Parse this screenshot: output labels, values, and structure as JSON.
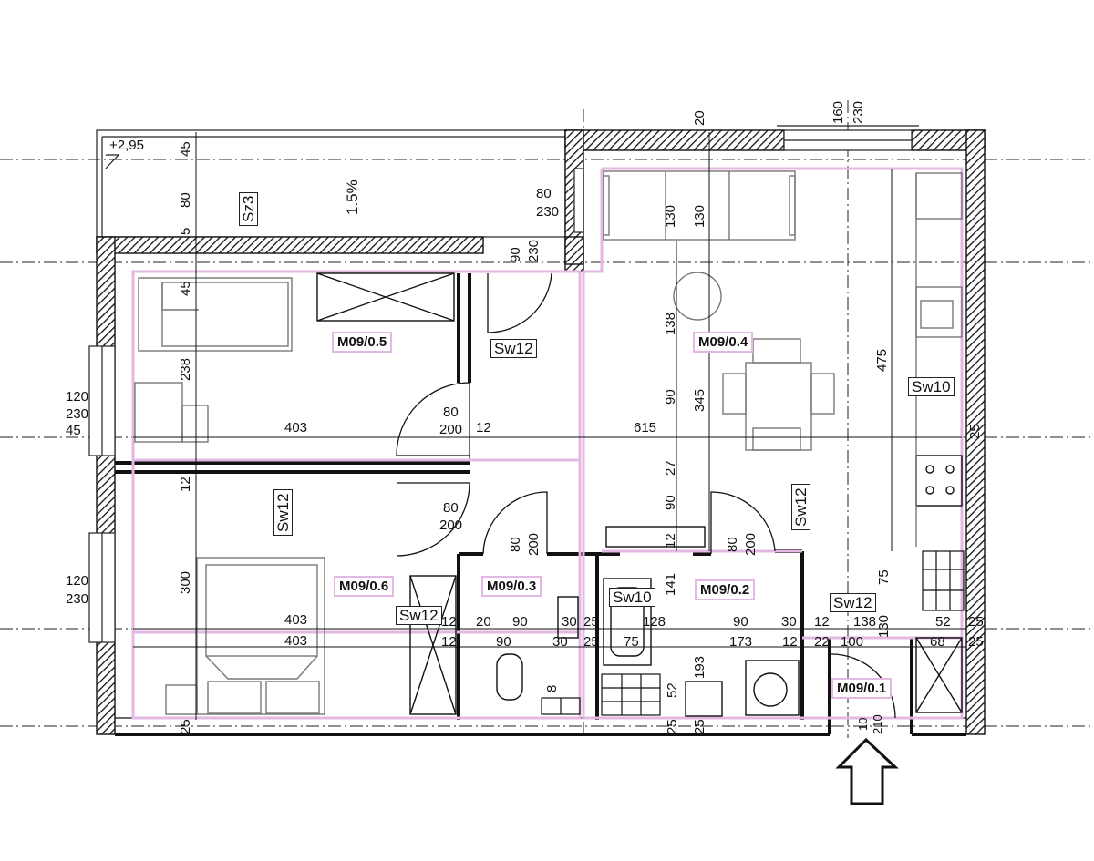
{
  "plan": {
    "level_marker": "+2,95",
    "slope": "1.5%",
    "balcony_code": "Sz3"
  },
  "rooms": {
    "r01": "M09/0.1",
    "r02": "M09/0.2",
    "r03": "M09/0.3",
    "r04": "M09/0.4",
    "r05": "M09/0.5",
    "r06": "M09/0.6"
  },
  "wall_tags": {
    "sw12_a": "Sw12",
    "sw12_b": "Sw12",
    "sw12_c": "Sw12",
    "sw12_d": "Sw12",
    "sw12_e": "Sw12",
    "sw10_a": "Sw10",
    "sw10_b": "Sw10"
  },
  "dimensions": {
    "d45a": "45",
    "d80a": "80",
    "d5": "5",
    "d45b": "45",
    "d238": "238",
    "d12a": "12",
    "d300": "300",
    "d20top": "20",
    "d160": "160",
    "d230top": "230",
    "d80_230_n": "80",
    "d80_230_d": "230",
    "d90_230_n": "90",
    "d90_230_d": "230",
    "d120_230a_n": "120",
    "d120_230a_d": "230",
    "d45c": "45",
    "d120_230b_n": "120",
    "d120_230b_d": "230",
    "d403a": "403",
    "d403b": "403",
    "d403c": "403",
    "d80_200a_n": "80",
    "d80_200a_d": "200",
    "d12b": "12",
    "d80_200b_n": "80",
    "d80_200b_d": "200",
    "d615": "615",
    "d130a": "130",
    "d130b": "130",
    "d138a": "138",
    "d90a": "90",
    "d345": "345",
    "d27": "27",
    "d90b": "90",
    "d12v": "12",
    "d141": "141",
    "d475": "475",
    "d25r": "25",
    "d80_200c_n": "80",
    "d80_200c_d": "200",
    "d80_200d_n": "80",
    "d80_200d_d": "200",
    "d12c": "12",
    "d20": "20",
    "d90c": "90",
    "d30a": "30",
    "d25a": "25",
    "d128": "128",
    "d90d": "90",
    "d30b": "30",
    "d12d": "12",
    "d138b": "138",
    "d52a": "52",
    "d25b": "25",
    "d12e": "12",
    "d90e": "90",
    "d30c": "30",
    "d25c": "25",
    "d75a": "75",
    "d173": "173",
    "d12f": "12",
    "d22": "22",
    "d100": "100",
    "d68": "68",
    "d25d": "25",
    "d75b": "75",
    "d130c": "130",
    "d193": "193",
    "d52b": "52",
    "d8": "8",
    "d25e": "25",
    "d25f": "25",
    "d25g": "25",
    "d10": "10",
    "d210": "210"
  }
}
